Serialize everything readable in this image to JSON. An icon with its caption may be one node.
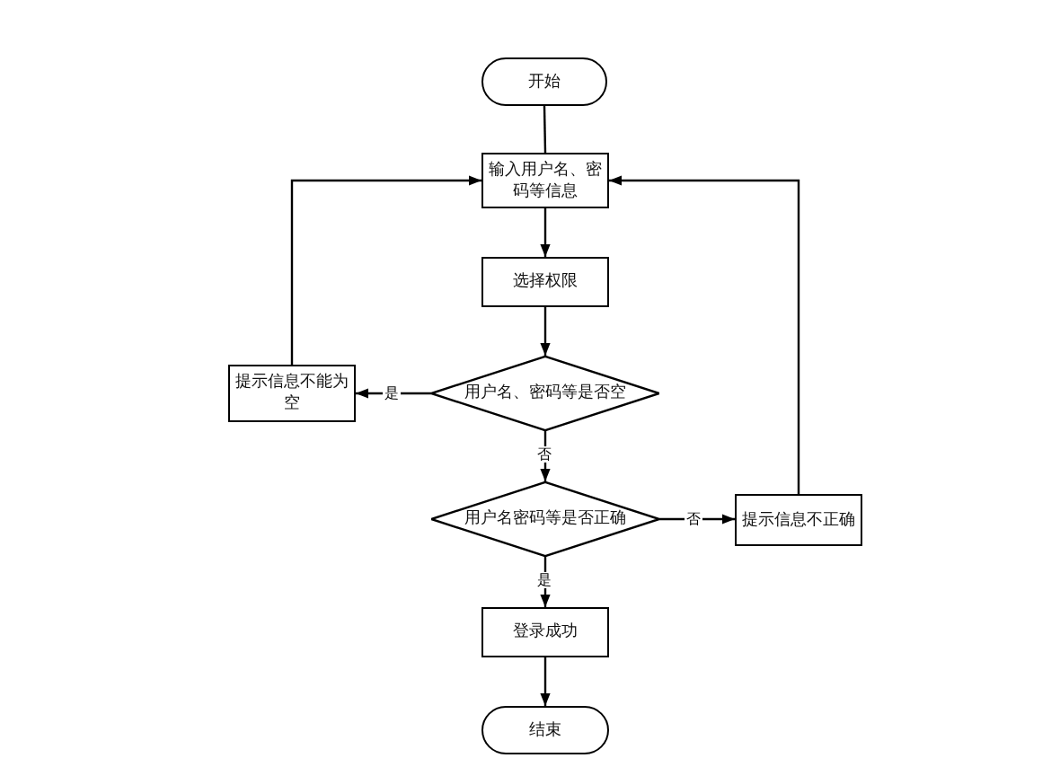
{
  "diagram": {
    "nodes": [
      {
        "text": [
          "开始"
        ]
      },
      {
        "text": [
          "输入用户名、密码等信息"
        ]
      },
      {
        "text": [
          "选择权限"
        ]
      },
      {
        "text": [
          "用户名、密码等是否空"
        ]
      },
      {
        "text": [
          "提示信息不能为空"
        ]
      },
      {
        "text": [
          "用户名密码等是否正确"
        ]
      },
      {
        "text": [
          "提示信息不正确"
        ]
      },
      {
        "text": [
          "登录成功"
        ]
      },
      {
        "text": [
          "结束"
        ]
      }
    ],
    "edges": [
      {
        "from": 0,
        "to": 1,
        "arrow": "none"
      },
      {
        "from": 1,
        "to": 2,
        "arrow": "to"
      },
      {
        "from": 2,
        "to": 3,
        "arrow": "to"
      },
      {
        "from": 3,
        "to": 4,
        "arrow": "to",
        "label": "是"
      },
      {
        "from": 3,
        "to": 5,
        "arrow": "to",
        "label": "否"
      },
      {
        "from": 5,
        "to": 6,
        "arrow": "to",
        "label": "否"
      },
      {
        "from": 5,
        "to": 7,
        "arrow": "to",
        "label": "是"
      },
      {
        "from": 7,
        "to": 8,
        "arrow": "to"
      },
      {
        "from": 4,
        "to": 1,
        "arrow": "to"
      },
      {
        "from": 6,
        "to": 1,
        "arrow": "to"
      }
    ]
  }
}
